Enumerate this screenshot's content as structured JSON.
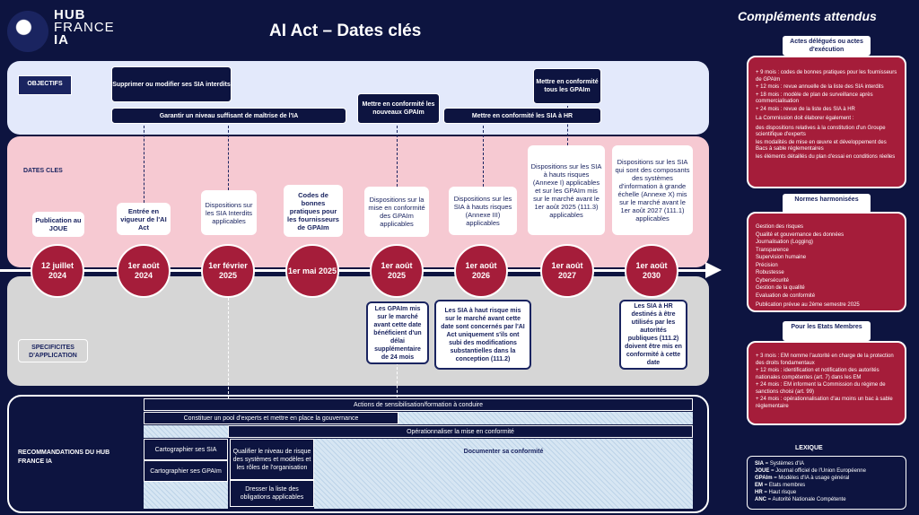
{
  "logo": {
    "hub": "HUB",
    "france": "FRANCE",
    "ia": "IA"
  },
  "title": "AI Act – Dates clés",
  "row_labels": {
    "objectifs": "OBJECTIFS",
    "dates": "DATES CLES",
    "spec": "SPECIFICITES D'APPLICATION",
    "reco": "RECOMMANDATIONS DU HUB FRANCE IA"
  },
  "objectives": {
    "supprimer": "Supprimer ou modifier ses SIA interdits",
    "garantir": "Garantir un niveau suffisant de maîtrise de l'IA",
    "gpaim_new": "Mettre en conformité les nouveaux GPAIm",
    "sia_hr": "Mettre en conformité les SIA à HR",
    "all_gpaim": "Mettre en conformité tous les GPAIm"
  },
  "dates": [
    {
      "date": "12 juillet 2024",
      "desc": "Publication au JOUE"
    },
    {
      "date": "1er août 2024",
      "desc": "Entrée en vigueur de l'AI Act"
    },
    {
      "date": "1er février 2025",
      "desc": "Dispositions sur les SIA Interdits applicables"
    },
    {
      "date": "1er mai 2025",
      "desc": "Codes de bonnes pratiques pour les fournisseurs de GPAIm"
    },
    {
      "date": "1er août 2025",
      "desc": "Dispositions sur la mise en conformité des GPAIm applicables"
    },
    {
      "date": "1er août 2026",
      "desc": "Dispositions sur les SIA à hauts risques (Annexe III) applicables"
    },
    {
      "date": "1er août 2027",
      "desc": "Dispositions sur les SIA à hauts risques (Annexe I) applicables et sur les GPAIm mis sur le marché avant le 1er août 2025 (111.3) applicables"
    },
    {
      "date": "1er août 2030",
      "desc": "Dispositions sur les SIA qui sont des composants des systèmes d'information à grande échelle (Annexe X) mis sur le marché avant le 1er août 2027 (111.1) applicables"
    }
  ],
  "spec": {
    "gpaim": "Les GPAIm mis sur le marché avant cette date bénéficient d'un délai supplémentaire de 24 mois",
    "sia_hr": "Les SIA à haut risque mis sur le marché avant cette date sont concernés par l'AI Act uniquement s'ils ont subi des modifications substantielles dans la conception (111.2)",
    "sia_public": "Les SIA à HR destinés à être utilisés par les autorités publiques (111.2) doivent être mis en conformité à cette date"
  },
  "reco": {
    "actions": "Actions de sensibilisation/formation à conduire",
    "pool": "Constituer un pool d'experts et mettre en place la gouvernance",
    "operationnaliser": "Opérationnaliser la mise en conformité",
    "carto_sia": "Cartographier ses SIA",
    "carto_gpaim": "Cartographier ses GPAIm",
    "qualifier": "Qualifier le niveau de risque des systèmes et modèles et les rôles de l'organisation",
    "dresser": "Dresser la liste des obligations applicables",
    "documenter": "Documenter sa conformité"
  },
  "right": {
    "title": "Compléments attendus",
    "actes_head": "Actes délégués ou actes d'exécution",
    "actes_items": [
      "+ 9 mois : codes de bonnes pratiques pour les fournisseurs de GPAIm",
      "+ 12 mois : revue annuelle de la liste des SIA interdits",
      "+ 18 mois : modèle de plan de surveillance après commercialisation",
      "+ 24 mois : revue de la liste des SIA à HR"
    ],
    "actes_note": "La Commission doit élaborer également :",
    "actes_items2": [
      "des dispositions relatives à la constitution d'un Groupe scientifique d'experts",
      "les modalités de mise en œuvre et développement des Bacs à sable réglementaires",
      "les éléments détaillés du plan d'essai en conditions réelles"
    ],
    "normes_head": "Normes harmonisées",
    "normes_items": [
      "Gestion des risques",
      "Qualité et gouvernance des données",
      "Journalisation (Logging)",
      "Transparence",
      "Supervision humaine",
      "Précision",
      "Robustesse",
      "Cybersécurité",
      "Gestion de la qualité",
      "Evaluation de conformité"
    ],
    "normes_note": "Publication prévue au 2ème semestre 2025",
    "etats_head": "Pour les Etats Membres",
    "etats_items": [
      "+ 3 mois : EM nomme l'autorité en charge de la protection des droits fondamentaux",
      "+ 12 mois : identification et notification des autorités nationales compétentes (art. 7) dans les EM",
      "+ 24 mois : EM informent la Commission du régime de sanctions choisi (art. 99)",
      "+ 24 mois : opérationnalisation d'au moins un bac à sable réglementaire"
    ],
    "lexique_head": "LEXIQUE",
    "lexique": [
      {
        "k": "SIA",
        "v": " = Systèmes d'IA"
      },
      {
        "k": "JOUE",
        "v": " = Journal officiel de l'Union Européenne"
      },
      {
        "k": "GPAIm",
        "v": " = Modèles d'IA à usage général"
      },
      {
        "k": "EM",
        "v": " = Etats membres"
      },
      {
        "k": "HR",
        "v": " = Haut risque"
      },
      {
        "k": "ANC",
        "v": " = Autorité Nationale Compétente"
      }
    ]
  }
}
